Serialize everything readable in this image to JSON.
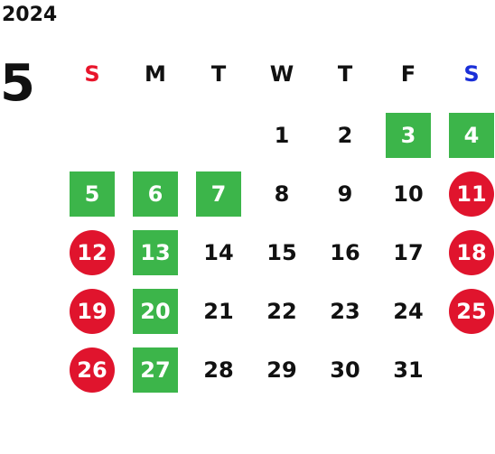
{
  "year": "2024",
  "month": "5",
  "colors": {
    "sunday": "#e8152b",
    "saturday": "#1a2fd8",
    "highlight_green": "#3cb54a",
    "highlight_red": "#e0142d"
  },
  "weekdays": [
    "S",
    "M",
    "T",
    "W",
    "T",
    "F",
    "S"
  ],
  "first_weekday_index": 3,
  "days": [
    {
      "n": "1",
      "style": "none"
    },
    {
      "n": "2",
      "style": "none"
    },
    {
      "n": "3",
      "style": "green"
    },
    {
      "n": "4",
      "style": "green"
    },
    {
      "n": "5",
      "style": "green"
    },
    {
      "n": "6",
      "style": "green"
    },
    {
      "n": "7",
      "style": "green"
    },
    {
      "n": "8",
      "style": "none"
    },
    {
      "n": "9",
      "style": "none"
    },
    {
      "n": "10",
      "style": "none"
    },
    {
      "n": "11",
      "style": "red"
    },
    {
      "n": "12",
      "style": "red"
    },
    {
      "n": "13",
      "style": "green"
    },
    {
      "n": "14",
      "style": "none"
    },
    {
      "n": "15",
      "style": "none"
    },
    {
      "n": "16",
      "style": "none"
    },
    {
      "n": "17",
      "style": "none"
    },
    {
      "n": "18",
      "style": "red"
    },
    {
      "n": "19",
      "style": "red"
    },
    {
      "n": "20",
      "style": "green"
    },
    {
      "n": "21",
      "style": "none"
    },
    {
      "n": "22",
      "style": "none"
    },
    {
      "n": "23",
      "style": "none"
    },
    {
      "n": "24",
      "style": "none"
    },
    {
      "n": "25",
      "style": "red"
    },
    {
      "n": "26",
      "style": "red"
    },
    {
      "n": "27",
      "style": "green"
    },
    {
      "n": "28",
      "style": "none"
    },
    {
      "n": "29",
      "style": "none"
    },
    {
      "n": "30",
      "style": "none"
    },
    {
      "n": "31",
      "style": "none"
    }
  ]
}
